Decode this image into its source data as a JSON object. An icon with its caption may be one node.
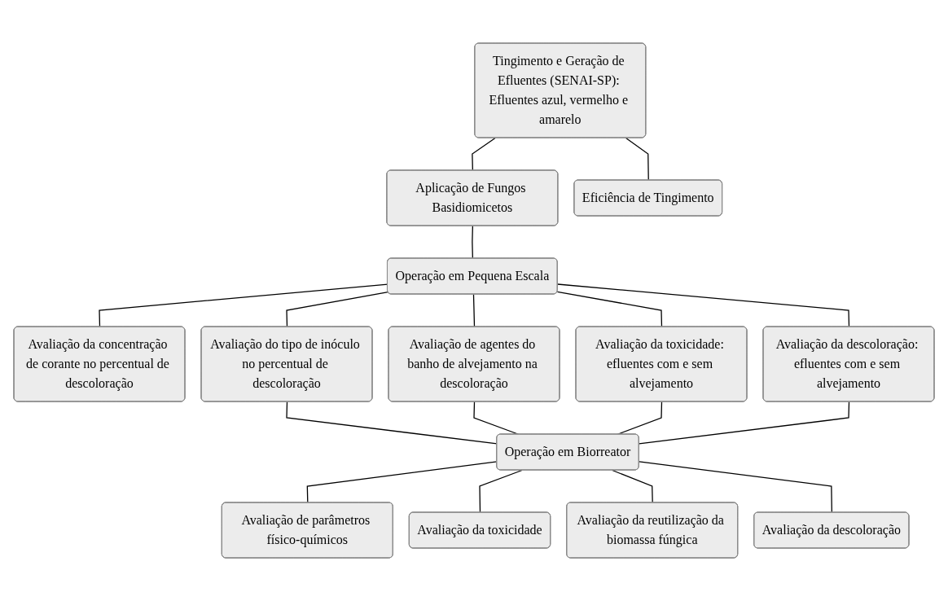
{
  "diagram": {
    "nodes": [
      {
        "text": [
          "Tingimento e Geração de Efluentes (SENAI-SP): Efluentes azul, vermelho e amarelo"
        ]
      },
      {
        "text": [
          "Aplicação de Fungos Basidiomicetos"
        ]
      },
      {
        "text": [
          "Eficiência de Tingimento"
        ]
      },
      {
        "text": [
          "Operação em Pequena Escala"
        ]
      },
      {
        "text": [
          "Avaliação da concentração de corante no percentual de descoloração"
        ]
      },
      {
        "text": [
          "Avaliação do tipo de inóculo no percentual de descoloração"
        ]
      },
      {
        "text": [
          "Avaliação de agentes do banho de alvejamento na descoloração"
        ]
      },
      {
        "text": [
          "Avaliação da toxicidade: efluentes com e sem alvejamento"
        ]
      },
      {
        "text": [
          "Avaliação da descoloração: efluentes com e sem alvejamento"
        ]
      },
      {
        "text": [
          "Operação em Biorreator"
        ]
      },
      {
        "text": [
          "Avaliação de parâmetros físico-químicos"
        ]
      },
      {
        "text": [
          "Avaliação da toxicidade"
        ]
      },
      {
        "text": [
          "Avaliação da reutilização da biomassa fúngica"
        ]
      },
      {
        "text": [
          "Avaliação da descoloração"
        ]
      }
    ],
    "edges": [
      {
        "from": 0,
        "to": 1,
        "arrow": "none"
      },
      {
        "from": 0,
        "to": 2,
        "arrow": "none"
      },
      {
        "from": 1,
        "to": 3,
        "arrow": "none"
      },
      {
        "from": 3,
        "to": 4,
        "arrow": "none"
      },
      {
        "from": 3,
        "to": 5,
        "arrow": "none"
      },
      {
        "from": 3,
        "to": 6,
        "arrow": "none"
      },
      {
        "from": 3,
        "to": 7,
        "arrow": "none"
      },
      {
        "from": 3,
        "to": 8,
        "arrow": "none"
      },
      {
        "from": 5,
        "to": 9,
        "arrow": "none"
      },
      {
        "from": 6,
        "to": 9,
        "arrow": "none"
      },
      {
        "from": 7,
        "to": 9,
        "arrow": "none"
      },
      {
        "from": 8,
        "to": 9,
        "arrow": "none"
      },
      {
        "from": 9,
        "to": 10,
        "arrow": "none"
      },
      {
        "from": 9,
        "to": 11,
        "arrow": "none"
      },
      {
        "from": 9,
        "to": 12,
        "arrow": "none"
      },
      {
        "from": 9,
        "to": 13,
        "arrow": "none"
      }
    ]
  }
}
